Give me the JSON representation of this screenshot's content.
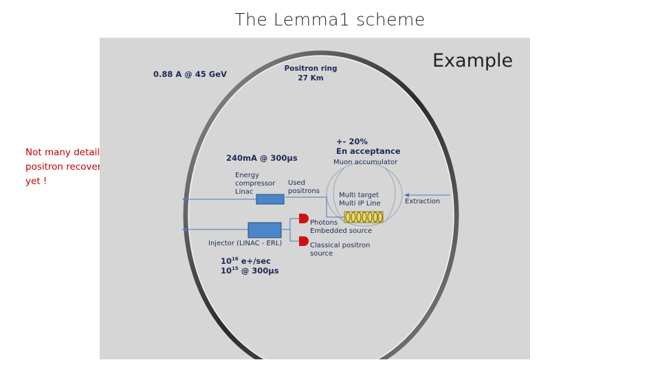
{
  "title": "The Lemma1 scheme",
  "note": "Not many details about the positron recovery schemes yet !",
  "diagram": {
    "example": "Example",
    "current_beam": "0.88 A @ 45 GeV",
    "ring_line1": "Positron ring",
    "ring_line2": "27 Km",
    "acceptance_line1": "+- 20%",
    "acceptance_line2": "En acceptance",
    "muon_acc": "Muon accumulator",
    "bunch": "240mA @ 300µs",
    "energy_line1": "Energy",
    "energy_line2": "compressor",
    "energy_line3": "Linac",
    "used_line1": "Used",
    "used_line2": "positrons",
    "target_line1": "Multi target",
    "target_line2": "Multi IP Line",
    "extraction": "Extraction",
    "photons_line1": "Photons",
    "photons_line2": "Embedded source",
    "injector": "Injector (LINAC - ERL)",
    "classical_line1": "Classical positron",
    "classical_line2": "source",
    "rate1_base": "10",
    "rate1_exp": "16",
    "rate1_rest": " e+/sec",
    "rate2_base": "10",
    "rate2_exp": "15",
    "rate2_rest": " @ 300µs"
  }
}
